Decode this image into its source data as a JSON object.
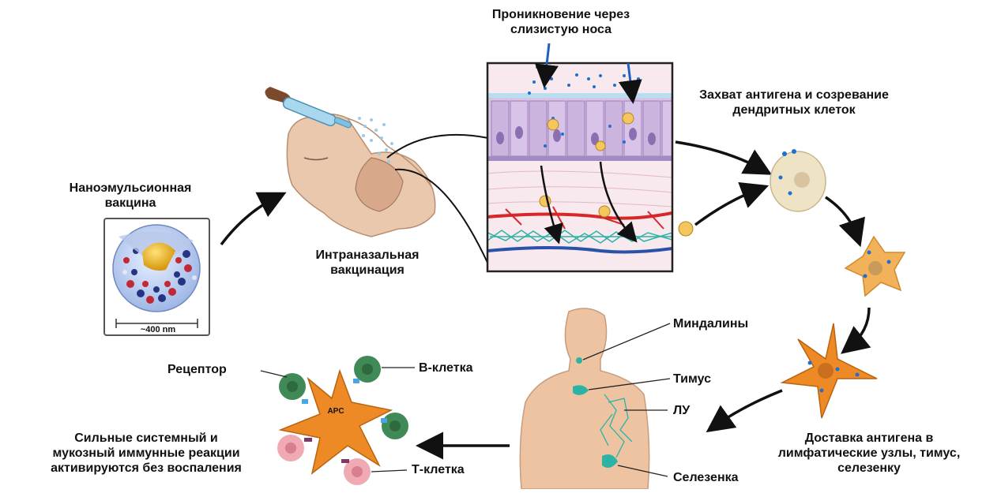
{
  "labels": {
    "nanoemulsion": [
      "Наноэмульсионная",
      "вакцина"
    ],
    "scale": "~400 nm",
    "intranasal": [
      "Интраназальная",
      "вакцинация"
    ],
    "penetration": [
      "Проникновение через",
      "слизистую носа"
    ],
    "capture": [
      "Захват антигена и созревание",
      "дендритных клеток"
    ],
    "delivery": [
      "Доставка антигена в",
      "лимфатические узлы, тимус,",
      "селезенку"
    ],
    "tonsils": "Миндалины",
    "thymus": "Тимус",
    "lymph": "ЛУ",
    "spleen": "Селезенка",
    "receptor": "Рецептор",
    "bcell": "В-клетка",
    "tcell": "Т-клетка",
    "apc": "APC",
    "result": [
      "Сильные системный и",
      "мукозный иммунные реакции",
      "активируются без воспаления"
    ]
  },
  "colors": {
    "arrow": "#111111",
    "dendritic_early": "#efe3c6",
    "dendritic_mid": "#f2b25a",
    "dendritic_late": "#ee8a25",
    "skin": "#eec3a2",
    "lymph_tissue": "#2bb3a6",
    "bcell": "#3f8a56",
    "tcell": "#f0aab4",
    "blood_red": "#d62828",
    "blood_blue": "#2a52a8",
    "epithelium": "#cdb6dd",
    "mucus_dots": "#1f6fd0"
  }
}
